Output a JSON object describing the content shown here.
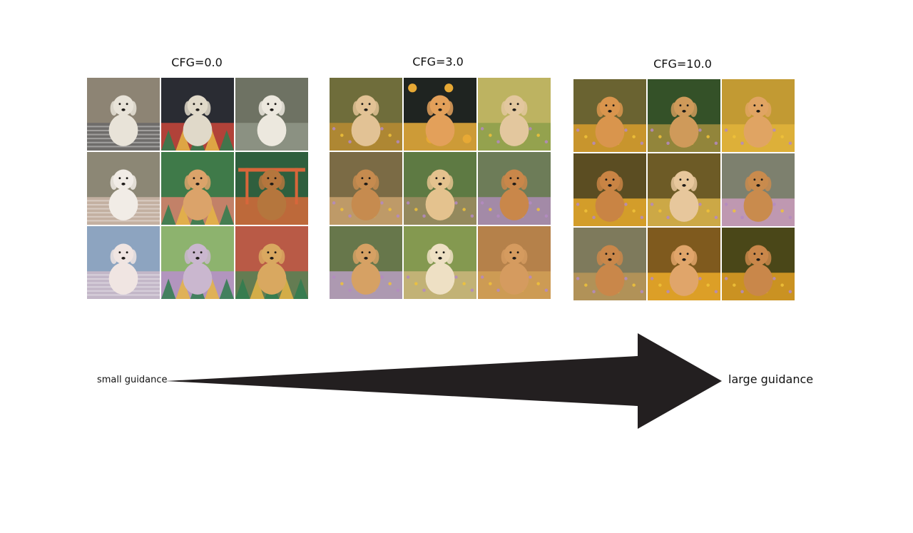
{
  "panels": [
    {
      "title": "CFG=0.0",
      "tiles": [
        {
          "subject": "white retriever sitting on patterned rug",
          "bg": "#8d8474",
          "ground": "#6b6a6a",
          "dog": "#e8e3d8",
          "style": "pattern"
        },
        {
          "subject": "tapestry with small dog",
          "bg": "#2a2c33",
          "ground": "#c0453a",
          "dog": "#e0d9c9",
          "style": "tapestry"
        },
        {
          "subject": "white retriever sitting",
          "bg": "#6e7263",
          "ground": "#8e9585",
          "dog": "#ece8de",
          "style": "plain"
        },
        {
          "subject": "fluffy white dog on stripes",
          "bg": "#8c8775",
          "ground": "#c9b5a6",
          "dog": "#f1ece6",
          "style": "pattern"
        },
        {
          "subject": "retriever in flower collage",
          "bg": "#3f7a49",
          "ground": "#d0826c",
          "dog": "#dba36a",
          "style": "collage"
        },
        {
          "subject": "retriever in pen",
          "bg": "#2f5f3e",
          "ground": "#cd6a3a",
          "dog": "#b5763d",
          "style": "pen"
        },
        {
          "subject": "white dog looking up",
          "bg": "#8da4c0",
          "ground": "#c9b9c9",
          "dog": "#f0e5e2",
          "style": "stripes"
        },
        {
          "subject": "psychedelic retriever",
          "bg": "#8db36e",
          "ground": "#b691c6",
          "dog": "#cab7cf",
          "style": "collage"
        },
        {
          "subject": "dog with flowers collage",
          "bg": "#b95a46",
          "ground": "#5b7f53",
          "dog": "#d9a860",
          "style": "collage"
        }
      ]
    },
    {
      "title": "CFG=3.0",
      "tiles": [
        {
          "subject": "golden retriever in meadow",
          "bg": "#6f6d3b",
          "ground": "#b58a33",
          "dog": "#e2c295",
          "style": "meadow"
        },
        {
          "subject": "golden retriever illustration with flowers",
          "bg": "#1f2421",
          "ground": "#e0a93a",
          "dog": "#e3a05a",
          "style": "illustration"
        },
        {
          "subject": "golden retriever sitting",
          "bg": "#bdb361",
          "ground": "#8fa04d",
          "dog": "#e3c79e",
          "style": "meadow"
        },
        {
          "subject": "golden retriever lying in grass",
          "bg": "#7b6b45",
          "ground": "#c5a06c",
          "dog": "#c68b4f",
          "style": "meadow"
        },
        {
          "subject": "golden retriever in flowers",
          "bg": "#5e7a43",
          "ground": "#9a8b60",
          "dog": "#e4c28e",
          "style": "meadow"
        },
        {
          "subject": "golden retriever in lavender field",
          "bg": "#6d7c58",
          "ground": "#a98cb0",
          "dog": "#c9874a",
          "style": "meadow"
        },
        {
          "subject": "golden retriever in lavender",
          "bg": "#67774b",
          "ground": "#b59cbd",
          "dog": "#d6a164",
          "style": "meadow"
        },
        {
          "subject": "golden retriever lying down",
          "bg": "#849950",
          "ground": "#c9b57a",
          "dog": "#eee0c4",
          "style": "meadow"
        },
        {
          "subject": "golden retriever portrait",
          "bg": "#b5814a",
          "ground": "#cf9d55",
          "dog": "#d59b5f",
          "style": "meadow"
        }
      ]
    },
    {
      "title": "CFG=10.0",
      "tiles": [
        {
          "subject": "golden retriever in golden flowers",
          "bg": "#6a6331",
          "ground": "#d39a2e",
          "dog": "#d9954d",
          "style": "meadow"
        },
        {
          "subject": "small retriever in forest",
          "bg": "#345128",
          "ground": "#9c8b3d",
          "dog": "#cf9a5a",
          "style": "meadow"
        },
        {
          "subject": "golden retriever sitting in field",
          "bg": "#c29a33",
          "ground": "#e0b23a",
          "dog": "#e0a463",
          "style": "meadow"
        },
        {
          "subject": "golden retriever with flowers",
          "bg": "#5b4d22",
          "ground": "#e0a62b",
          "dog": "#c98444",
          "style": "meadow"
        },
        {
          "subject": "golden retriever in sunset field",
          "bg": "#6d5b26",
          "ground": "#d6b04a",
          "dog": "#e7c79c",
          "style": "meadow"
        },
        {
          "subject": "golden retriever lying in flowers",
          "bg": "#7d806e",
          "ground": "#c79ab8",
          "dog": "#c98b4d",
          "style": "meadow"
        },
        {
          "subject": "golden retriever on hill",
          "bg": "#7e7a5c",
          "ground": "#b79558",
          "dog": "#c9874a",
          "style": "meadow"
        },
        {
          "subject": "golden retriever glowing",
          "bg": "#7f5a1e",
          "ground": "#e7a628",
          "dog": "#e0a56a",
          "style": "meadow"
        },
        {
          "subject": "golden retriever close up",
          "bg": "#4a4718",
          "ground": "#d89a24",
          "dog": "#c9874a",
          "style": "meadow"
        }
      ]
    }
  ],
  "guidance_axis": {
    "left_label": "small guidance",
    "right_label": "large guidance",
    "arrow_color": "#231f20"
  }
}
